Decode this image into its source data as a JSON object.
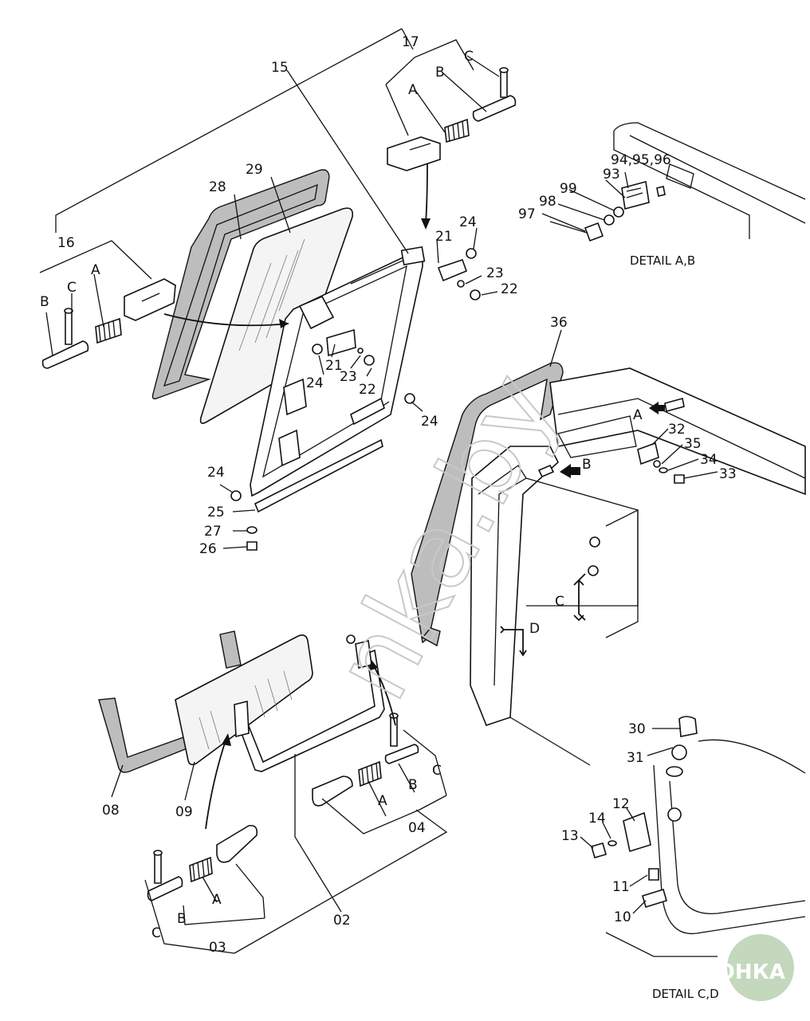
{
  "labels": {
    "l17": "17",
    "l15": "15",
    "l16": "16",
    "l28": "28",
    "l29": "29",
    "l36": "36",
    "l21a": "21",
    "l21b": "21",
    "l22a": "22",
    "l22b": "22",
    "l23a": "23",
    "l23b": "23",
    "l24a": "24",
    "l24b": "24",
    "l24c": "24",
    "l24d": "24",
    "l25": "25",
    "l26": "26",
    "l27": "27",
    "l94": "94,95,96",
    "l93": "93",
    "l99": "99",
    "l98": "98",
    "l97": "97",
    "l32": "32",
    "l35": "35",
    "l34": "34",
    "l33": "33",
    "l30": "30",
    "l31": "31",
    "l12": "12",
    "l13": "13",
    "l14": "14",
    "l11": "11",
    "l10": "10",
    "l08": "08",
    "l09": "09",
    "l02": "02",
    "l03": "03",
    "l04": "04",
    "sub_A_17": "A",
    "sub_B_17": "B",
    "sub_C_17": "C",
    "sub_A_16": "A",
    "sub_B_16": "B",
    "sub_C_16": "C",
    "sub_A_04": "A",
    "sub_B_04": "B",
    "sub_C_04": "C",
    "sub_A_03": "A",
    "sub_B_03": "B",
    "sub_C_03": "C",
    "arrow_A": "A",
    "arrow_B": "B",
    "arrow_C": "C",
    "arrow_D": "D"
  },
  "details": {
    "detail_ab": "DETAIL A,B",
    "detail_cd": "DETAIL C,D"
  },
  "watermark": {
    "text": "nka.by",
    "logo": "АГРОНКА"
  }
}
